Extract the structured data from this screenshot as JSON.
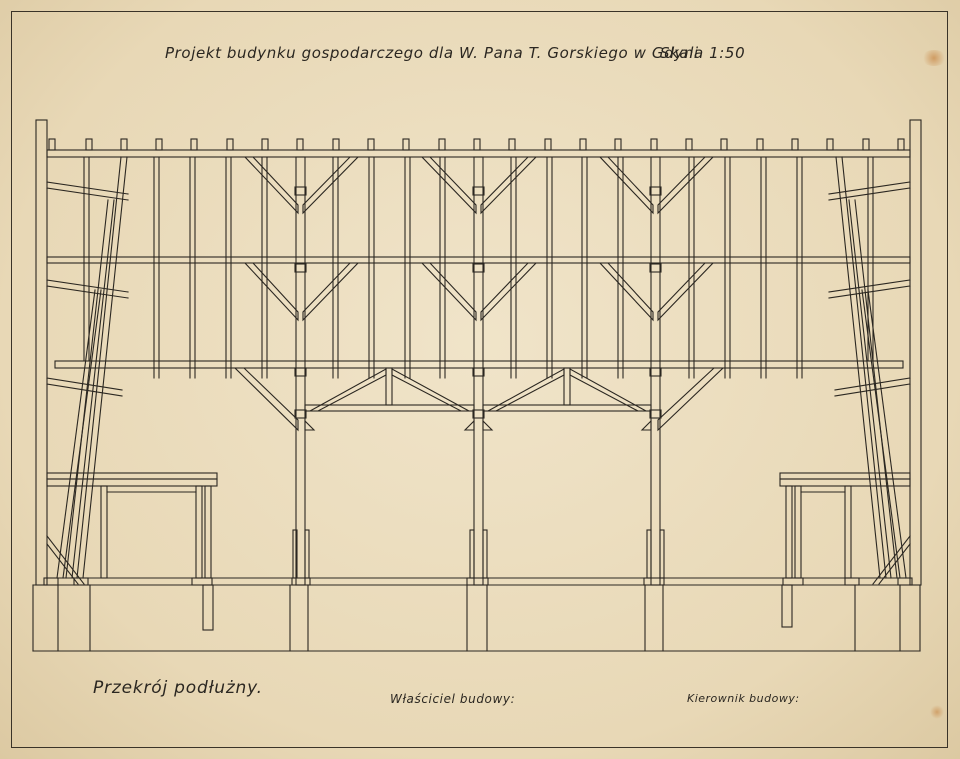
{
  "sheet": {
    "title": "Projekt budynku gospodarczego dla W. Pana T. Gorskiego w Gdyni",
    "scale": "Skala 1:50",
    "section_label": "Przekrój podłużny.",
    "owner_label": "Właściciel budowy:",
    "manager_label": "Kierownik budowy:"
  },
  "colors": {
    "paper": "#e9dbbd",
    "ink": "#2b2721",
    "stain": "#c98a4a"
  }
}
